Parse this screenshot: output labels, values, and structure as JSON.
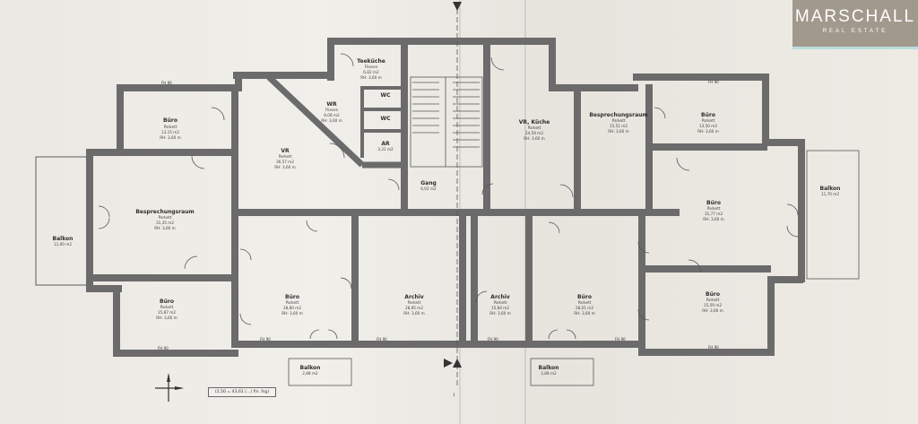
{
  "brand": {
    "name": "MARSCHALL",
    "tagline": "REAL ESTATE"
  },
  "plan": {
    "scale_note": "(2,50 = 43,61 (...) fin. fsg)",
    "section_mark": "1",
    "rooms": [
      {
        "id": "buro-nw",
        "name": "Büro",
        "floor": "Parkett",
        "area": "13,15 m2",
        "height": "RH: 3,60 m"
      },
      {
        "id": "wr",
        "name": "WR",
        "floor": "Fliesen",
        "area": "8,08 m2",
        "height": "RH: 3,60 m"
      },
      {
        "id": "teekuche",
        "name": "Teeküche",
        "floor": "Fliesen",
        "area": "6,82 m2",
        "height": "RH: 3,60 m"
      },
      {
        "id": "wc1",
        "name": "WC",
        "floor": "",
        "area": "",
        "height": ""
      },
      {
        "id": "wc2",
        "name": "WC",
        "floor": "",
        "area": "",
        "height": ""
      },
      {
        "id": "ar",
        "name": "AR",
        "floor": "",
        "area": "3,31 m2",
        "height": ""
      },
      {
        "id": "vr-w",
        "name": "VR",
        "floor": "Parkett",
        "area": "36,57 m2",
        "height": "RH: 3,60 m"
      },
      {
        "id": "gang",
        "name": "Gang",
        "floor": "",
        "area": "6,02 m2",
        "height": ""
      },
      {
        "id": "vr-kuche",
        "name": "VR, Küche",
        "floor": "Parkett",
        "area": "24,59 m2",
        "height": "RH: 3,60 m"
      },
      {
        "id": "besprechung-e",
        "name": "Besprechungsraum",
        "floor": "Parkett",
        "area": "15,51 m2",
        "height": "RH: 3,60 m"
      },
      {
        "id": "buro-ne",
        "name": "Büro",
        "floor": "Parkett",
        "area": "13,50 m2",
        "height": "RH: 3,60 m"
      },
      {
        "id": "besprechung-w",
        "name": "Besprechungsraum",
        "floor": "Parkett",
        "area": "31,35 m2",
        "height": "RH: 3,60 m"
      },
      {
        "id": "balkon-w",
        "name": "Balkon",
        "floor": "",
        "area": "11,00 m2",
        "height": ""
      },
      {
        "id": "buro-e",
        "name": "Büro",
        "floor": "Parkett",
        "area": "31,77 m2",
        "height": "RH: 3,60 m"
      },
      {
        "id": "balkon-e",
        "name": "Balkon",
        "floor": "",
        "area": "11,70 m2",
        "height": ""
      },
      {
        "id": "buro-sw",
        "name": "Büro",
        "floor": "Parkett",
        "area": "15,87 m2",
        "height": "RH: 3,60 m"
      },
      {
        "id": "buro-s1",
        "name": "Büro",
        "floor": "Parkett",
        "area": "28,80 m2",
        "height": "RH: 3,60 m"
      },
      {
        "id": "archiv-1",
        "name": "Archiv",
        "floor": "Parkett",
        "area": "28,95 m2",
        "height": "RH: 3,60 m"
      },
      {
        "id": "archiv-2",
        "name": "Archiv",
        "floor": "Parkett",
        "area": "15,84 m2",
        "height": "RH: 3,60 m"
      },
      {
        "id": "buro-s2",
        "name": "Büro",
        "floor": "Parkett",
        "area": "28,01 m2",
        "height": "RH: 3,60 m"
      },
      {
        "id": "buro-se",
        "name": "Büro",
        "floor": "Parkett",
        "area": "15,59 m2",
        "height": "RH: 3,60 m"
      },
      {
        "id": "balkon-s1",
        "name": "Balkon",
        "floor": "",
        "area": "2,88 m2",
        "height": ""
      },
      {
        "id": "balkon-s2",
        "name": "Balkon",
        "floor": "",
        "area": "2,88 m2",
        "height": ""
      }
    ],
    "dims": [
      "FH 90",
      "FH 90",
      "FH 90",
      "FH 90",
      "FH 90",
      "FH 90",
      "FH 90",
      "FH 90"
    ]
  }
}
